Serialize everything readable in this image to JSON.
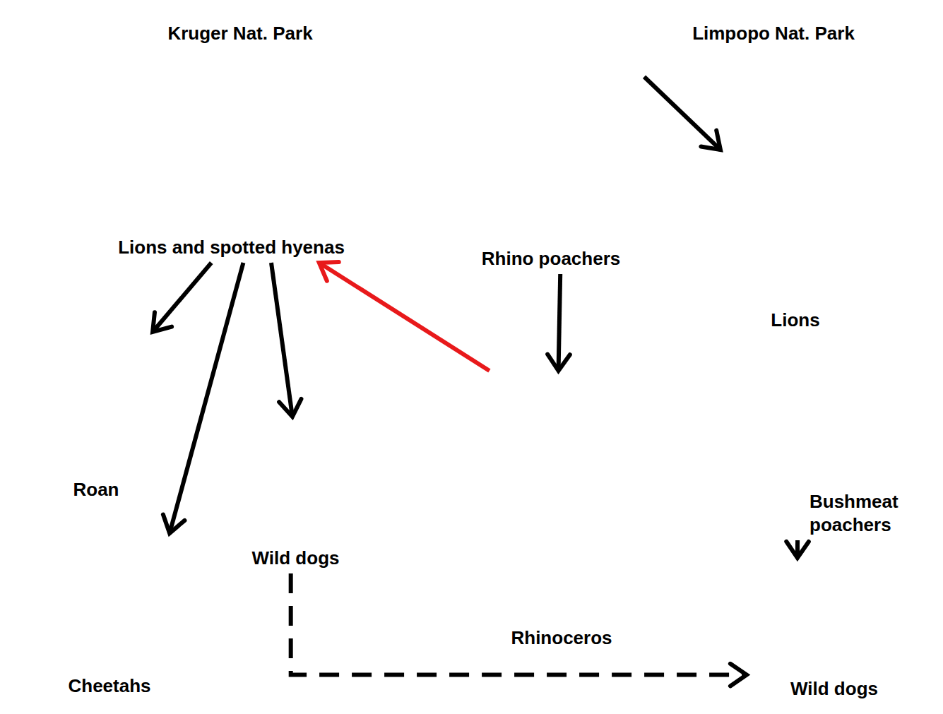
{
  "diagram": {
    "nodes": [
      {
        "text": [
          "Kruger Nat. Park"
        ]
      },
      {
        "text": [
          "Limpopo Nat. Park"
        ]
      },
      {
        "text": [
          "Lions and spotted hyenas"
        ],
        "in": 0
      },
      {
        "text": [
          "Rhino poachers"
        ]
      },
      {
        "text": [
          "Lions"
        ],
        "in": 1
      },
      {
        "text": [
          "Roan"
        ],
        "in": 0
      },
      {
        "text": [
          "Wild dogs"
        ],
        "in": 0
      },
      {
        "text": [
          "Rhinoceros"
        ],
        "in": 0
      },
      {
        "text": [
          "Bushmeat poachers"
        ],
        "in": 1
      },
      {
        "text": [
          "Cheetahs"
        ],
        "in": 0
      },
      {
        "text": [
          "Wild dogs"
        ],
        "in": 1
      }
    ],
    "edges": [
      {
        "from": 3,
        "to": 4,
        "arrow": "to"
      },
      {
        "from": 2,
        "to": 5,
        "arrow": "to"
      },
      {
        "from": 2,
        "to": 9,
        "arrow": "to"
      },
      {
        "from": 2,
        "to": 6,
        "arrow": "to"
      },
      {
        "from": 7,
        "to": 2,
        "arrow": "to"
      },
      {
        "from": 3,
        "to": 7,
        "arrow": "to"
      },
      {
        "from": 8,
        "to": 10,
        "arrow": "to"
      },
      {
        "from": 6,
        "to": 10,
        "arrow": "to"
      }
    ]
  }
}
